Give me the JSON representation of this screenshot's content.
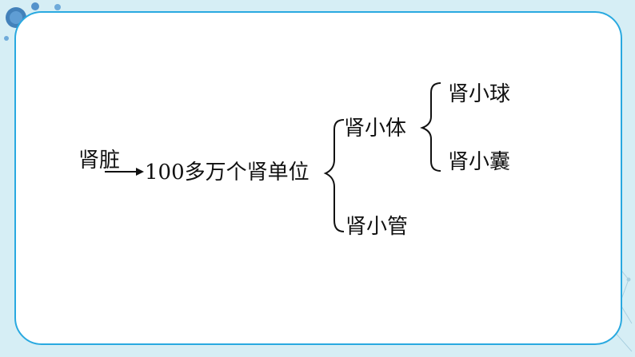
{
  "diagram": {
    "root": "肾脏",
    "unit": "100多万个肾单位",
    "renal_corpuscle": "肾小体",
    "renal_tubule": "肾小管",
    "glomerulus": "肾小球",
    "bowman_capsule": "肾小囊"
  },
  "colors": {
    "frame_border": "#29a9e0",
    "background": "#d6eef5",
    "card": "#ffffff",
    "text": "#111111"
  }
}
